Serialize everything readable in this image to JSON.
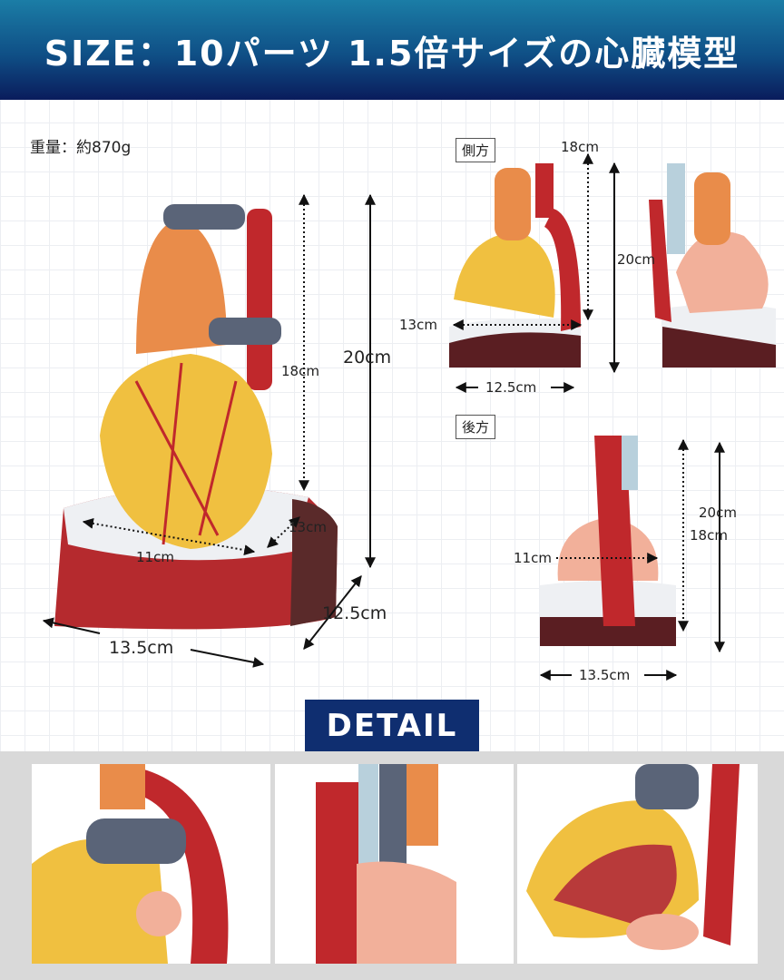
{
  "header": {
    "title": "SIZE：10パーツ 1.5倍サイズの心臓模型"
  },
  "weight": "重量：約870g",
  "main_view": {
    "height_heart": "18cm",
    "height_total": "20cm",
    "depth_heart": "13cm",
    "width_heart": "11cm",
    "depth_base": "12.5cm",
    "width_base": "13.5cm"
  },
  "side_view": {
    "label": "側方",
    "height_heart": "18cm",
    "height_total": "20cm",
    "depth_heart": "13cm",
    "depth_base": "12.5cm"
  },
  "back_view": {
    "label": "後方",
    "height_total": "20cm",
    "height_heart": "18cm",
    "width_heart": "11cm",
    "width_base": "13.5cm"
  },
  "detail": {
    "label": "DETAIL"
  },
  "colors": {
    "header_top": "#1b7da6",
    "header_bottom": "#0a1c5c",
    "detail_bg": "#0f2e70",
    "muscle_red": "#c0282c",
    "fat_yellow": "#f0c040",
    "vessel_gray": "#5a6478"
  }
}
